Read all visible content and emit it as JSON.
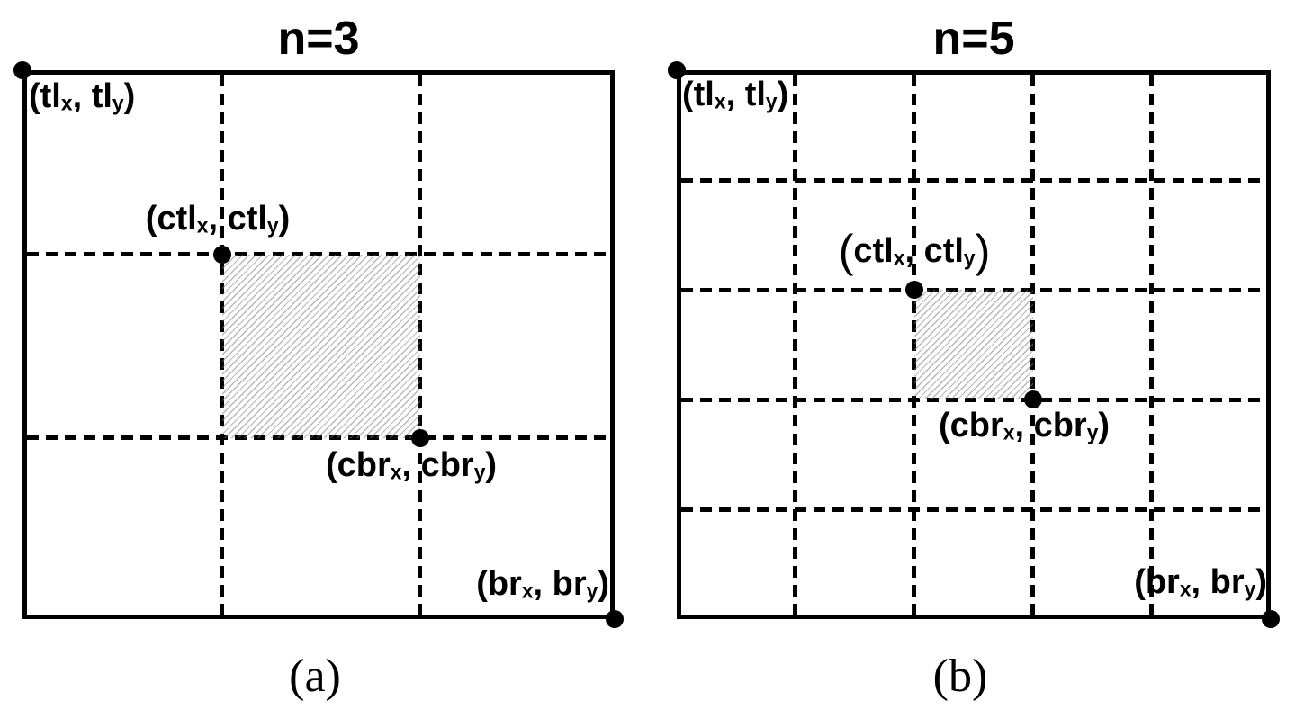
{
  "figure": {
    "background": "#ffffff",
    "line_color": "#000000",
    "hatch_line_color": "#7d7d7d"
  },
  "panels": [
    {
      "title": "n=3",
      "caption": "(a)",
      "grid_n": 3,
      "labels": {
        "tl": {
          "open": "(",
          "b1": "tl",
          "s1": "x",
          "mid": ", ",
          "b2": "tl",
          "s2": "y",
          "close": ")"
        },
        "ctl": {
          "open": "(",
          "b1": "ctl",
          "s1": "x",
          "mid": ", ",
          "b2": "ctl",
          "s2": "y",
          "close": ")"
        },
        "cbr": {
          "open": "(",
          "b1": "cbr",
          "s1": "x",
          "mid": ", ",
          "b2": "cbr",
          "s2": "y",
          "close": ")"
        },
        "br": {
          "open": "(",
          "b1": "br",
          "s1": "x",
          "mid": ", ",
          "b2": "br",
          "s2": "y",
          "close": ")"
        }
      }
    },
    {
      "title": "n=5",
      "caption": "(b)",
      "grid_n": 5,
      "labels": {
        "tl": {
          "open": "(",
          "b1": "tl",
          "s1": "x",
          "mid": ", ",
          "b2": "tl",
          "s2": "y",
          "close": ")"
        },
        "ctl": {
          "open": "(",
          "b1": "ctl",
          "s1": "x",
          "mid": ", ",
          "b2": "ctl",
          "s2": "y",
          "close": ")"
        },
        "cbr": {
          "open": "(",
          "b1": "cbr",
          "s1": "x",
          "mid": ", ",
          "b2": "cbr",
          "s2": "y",
          "close": ")"
        },
        "br": {
          "open": "(",
          "b1": "br",
          "s1": "x",
          "mid": ", ",
          "b2": "br",
          "s2": "y",
          "close": ")"
        }
      }
    }
  ]
}
